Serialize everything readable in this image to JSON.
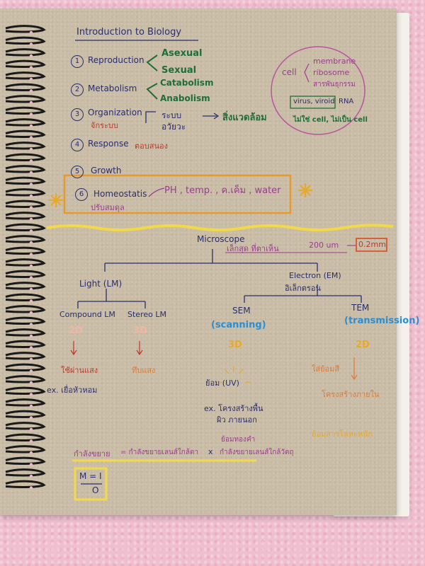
{
  "title": "Introduction to Biology",
  "items": [
    {
      "num": "1",
      "label": "Reproduction"
    },
    {
      "num": "2",
      "label": "Metabolism"
    },
    {
      "num": "3",
      "label": "Organization",
      "sub": "จักระบบ"
    },
    {
      "num": "4",
      "label": "Response",
      "sub": "ตอบสนอง"
    },
    {
      "num": "5",
      "label": "Growth"
    },
    {
      "num": "6",
      "label": "Homeostatis",
      "sub": "ปรับสมดุล"
    }
  ],
  "reproduction_types": [
    "Asexual",
    "Sexual"
  ],
  "metabolism_types": [
    "Catabolism",
    "Anabolism"
  ],
  "organization_right": {
    "left_text": "ระบบ",
    "left_text2": "อวัยวะ",
    "arrow_text": "สิ่งแวดล้อม"
  },
  "homeostasis_factors": "PH , temp. , ค.เค็ม , water",
  "cell_box": {
    "cell": "cell",
    "parts": [
      "membrane",
      "ribosome",
      "สารพันธุกรรม"
    ],
    "virus": "virus, viroid",
    "rna": "RNA",
    "note": "ไม่ใช่ cell, ไม่เป็น cell"
  },
  "microscope": {
    "title": "Microscope",
    "note": "เล็กสุด ที่ตาเห็น",
    "size": "200 um",
    "mm": "0.2mm",
    "light": "Light (LM)",
    "electron": "Electron (EM)",
    "electron_sub": "อิเล็กตรอน",
    "compound": "Compound LM",
    "stereo": "Stereo LM",
    "sem": "SEM",
    "sem_sub": "(scanning)",
    "tem": "TEM",
    "tem_sub": "(transmission)",
    "compound_dim": "2D",
    "stereo_dim": "3D",
    "sem_dim": "3D",
    "tem_dim": "2D",
    "compound_note": "ใช้ผ่านแสง",
    "stereo_note": "ทึบแสง",
    "compound_ex": "ex. เยื่อหัวหอม",
    "sem_uv": "ย้อม (UV)",
    "sem_ex": "ex. โครงสร้างพื้น",
    "sem_ex2": "ผิว ภายนอก",
    "tem_note1": "ใส่ย้อมสี",
    "tem_note2": "โครงสร้างภายใน",
    "tem_note3": "ย้อมสารโลหะหนัก"
  },
  "formula": {
    "left": "กำลังขยาย",
    "eq1": "= กำลังขยายเลนส์ใกล้ตา",
    "times": "x",
    "eq2": "กำลังขยายเลนส์ใกล้วัตถุ",
    "top_note": "ย้อมทองคำ",
    "m_top": "M = I",
    "m_bottom": "O"
  },
  "colors": {
    "paper": "#c9bca6",
    "background": "#efbfcf",
    "ink": "#2a2e6e",
    "green": "#1d6e3a",
    "purple": "#9a3d8e",
    "orange": "#e07a36",
    "yellow": "#f2d94a",
    "blue": "#2c8ed0"
  }
}
